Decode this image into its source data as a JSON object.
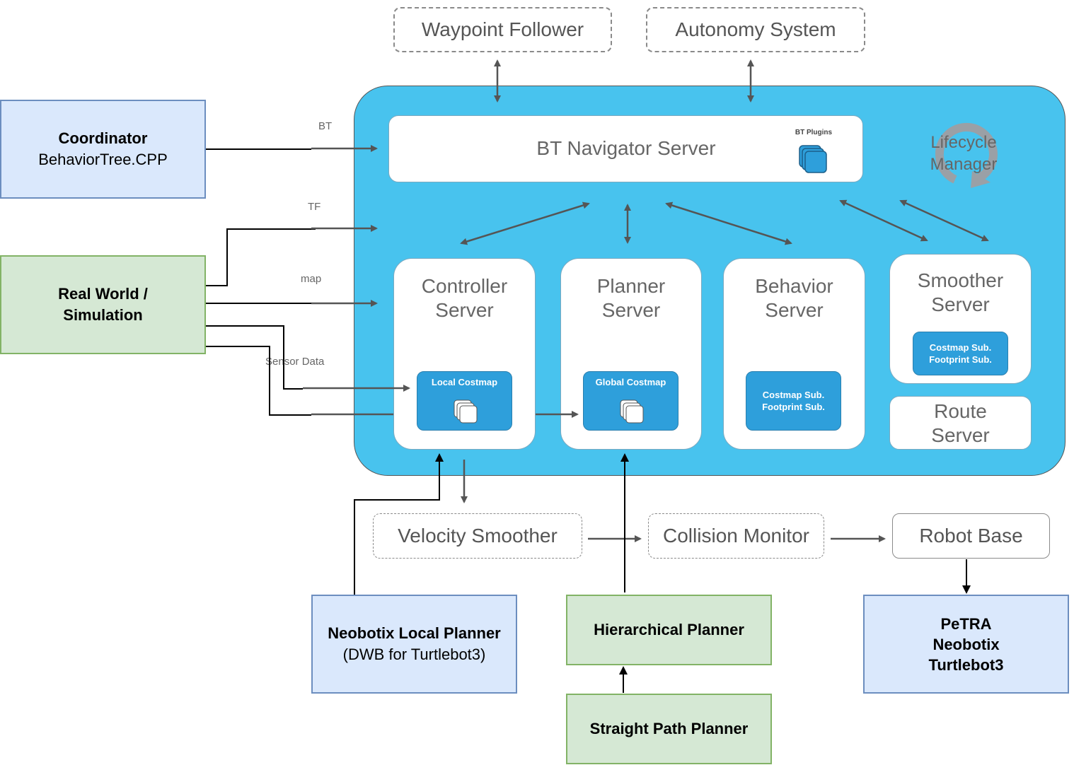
{
  "top": {
    "waypoint_follower": "Waypoint Follower",
    "autonomy_system": "Autonomy System"
  },
  "nav": {
    "bt_navigator": "BT Navigator Server",
    "bt_plugins": "BT Plugins",
    "lifecycle_line1": "Lifecycle",
    "lifecycle_line2": "Manager"
  },
  "servers": {
    "controller": [
      "Controller",
      "Server"
    ],
    "planner": [
      "Planner",
      "Server"
    ],
    "behavior": [
      "Behavior",
      "Server"
    ],
    "smoother": [
      "Smoother",
      "Server"
    ],
    "route": [
      "Route",
      "Server"
    ]
  },
  "subs": {
    "local_costmap": "Local Costmap",
    "global_costmap": "Global Costmap",
    "behavior_sub": [
      "Costmap Sub.",
      "Footprint Sub."
    ],
    "smoother_sub": [
      "Costmap Sub.",
      "Footprint Sub."
    ]
  },
  "inputs": {
    "bt": "BT",
    "tf": "TF",
    "map": "map",
    "sensor": "Sensor Data"
  },
  "left": {
    "coordinator_title": "Coordinator",
    "coordinator_sub": "BehaviorTree.CPP",
    "realworld_line1": "Real World /",
    "realworld_line2": "Simulation"
  },
  "bottom": {
    "velocity_smoother": "Velocity Smoother",
    "collision_monitor": "Collision Monitor",
    "robot_base": "Robot Base",
    "neobotix_title": "Neobotix Local Planner",
    "neobotix_sub": "(DWB for Turtlebot3)",
    "hierarchical": "Hierarchical Planner",
    "straight": "Straight Path Planner",
    "robots": [
      "PeTRA",
      "Neobotix",
      "Turtlebot3"
    ]
  },
  "colors": {
    "frame": "#48c3ee",
    "sub_box": "#2e9fdb",
    "blue_box": "#dae8fc",
    "green_box": "#d5e8d4"
  }
}
